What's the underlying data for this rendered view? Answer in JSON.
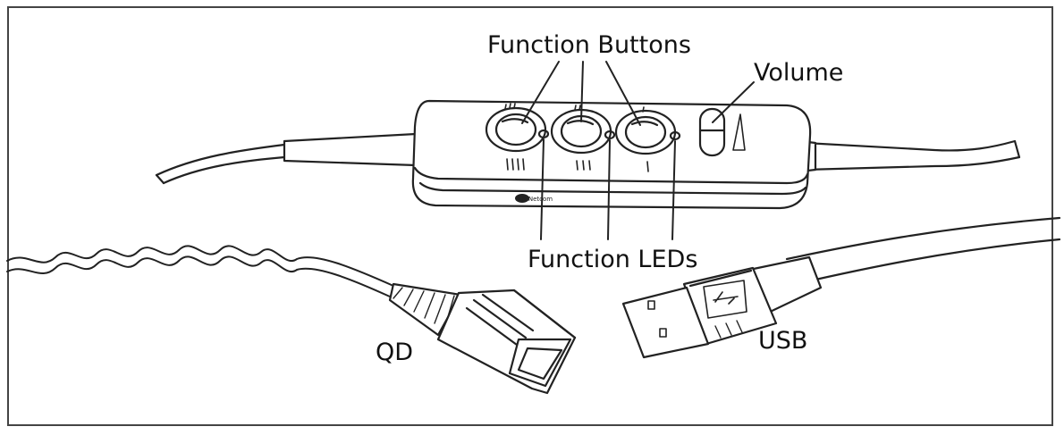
{
  "labels": {
    "function_buttons": "Function Buttons",
    "volume": "Volume",
    "function_leds": "Function LEDs",
    "qd": "QD",
    "usb": "USB"
  },
  "brand_logo_text": "GN Netcom"
}
